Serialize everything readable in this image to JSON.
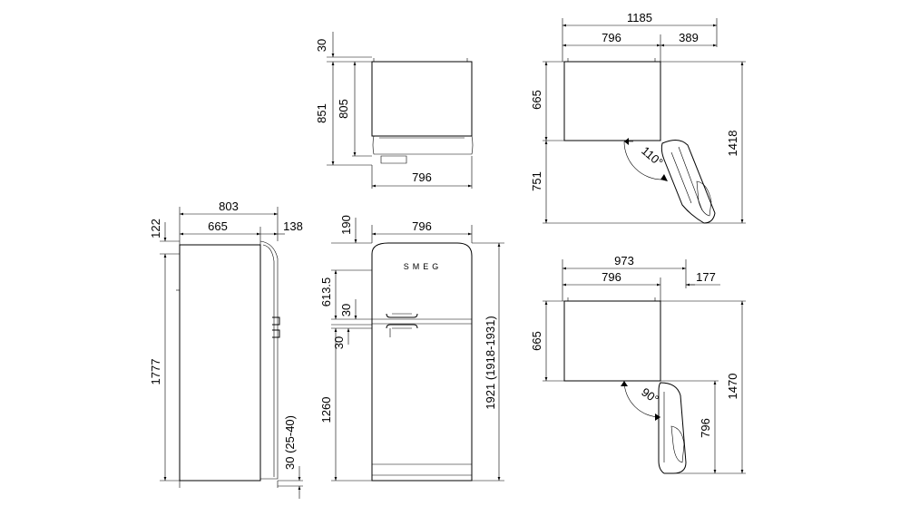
{
  "brand_logo": "SMEG",
  "top_view": {
    "depth_line": "30",
    "depth_total": "851",
    "depth_body": "805",
    "width": "796"
  },
  "open_top_view": {
    "overall": "1185",
    "body_width": "796",
    "door_extra": "389",
    "depth_body": "665",
    "door_swing": "751",
    "total": "1418",
    "angle": "110°"
  },
  "side_view": {
    "overall_depth": "803",
    "body_depth": "665",
    "handle_depth": "138",
    "top_offset": "122",
    "height": "1777",
    "plinth": "30 (25-40)"
  },
  "front_view": {
    "width": "796",
    "lid": "190",
    "freezer": "613.5",
    "handle_gap_a": "30",
    "handle_gap_b": "30",
    "fridge": "1260",
    "total": "1921 (1918-1931)"
  },
  "open_90_view": {
    "overall": "973",
    "body_width": "796",
    "door_extra": "177",
    "depth_body": "665",
    "door_swing": "796",
    "total": "1470",
    "angle": "90°"
  }
}
